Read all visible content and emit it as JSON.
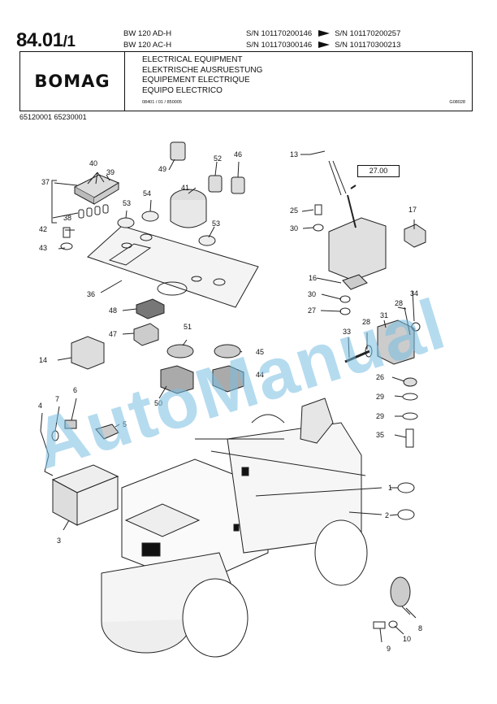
{
  "header": {
    "page_number": "84.01",
    "page_sub": "/1",
    "models": [
      "BW 120 AD-H",
      "BW 120 AC-H"
    ],
    "serials": [
      {
        "from": "S/N 101170200146",
        "to": "S/N 101170200257"
      },
      {
        "from": "S/N 101170300146",
        "to": "S/N 101170300213"
      }
    ],
    "logo": "BOMAG",
    "titles": [
      "ELECTRICAL EQUIPMENT",
      "ELEKTRISCHE AUSRUESTUNG",
      "EQUIPEMENT ELECTRIQUE",
      "EQUIPO ELECTRICO"
    ],
    "doc_ref": "08401 / 01 / 850005",
    "figure_ref": "G08028",
    "part_codes": "65120001   65230001"
  },
  "reference_box": "27.00",
  "callouts": {
    "c1": "1",
    "c2": "2",
    "c3": "3",
    "c4": "4",
    "c5": "5",
    "c6": "6",
    "c7": "7",
    "c8": "8",
    "c9": "9",
    "c10": "10",
    "c13": "13",
    "c14": "14",
    "c16": "16",
    "c17": "17",
    "c25": "25",
    "c26": "26",
    "c27": "27",
    "c28a": "28",
    "c28b": "28",
    "c29a": "29",
    "c29b": "29",
    "c30a": "30",
    "c30b": "30",
    "c31": "31",
    "c33": "33",
    "c34": "34",
    "c35": "35",
    "c36": "36",
    "c37": "37",
    "c38": "38",
    "c39": "39",
    "c40": "40",
    "c41": "41",
    "c42": "42",
    "c43": "43",
    "c44": "44",
    "c45": "45",
    "c46": "46",
    "c47": "47",
    "c48": "48",
    "c49": "49",
    "c50": "50",
    "c51": "51",
    "c52": "52",
    "c53a": "53",
    "c53b": "53",
    "c54": "54"
  },
  "watermark": "AutoManual"
}
